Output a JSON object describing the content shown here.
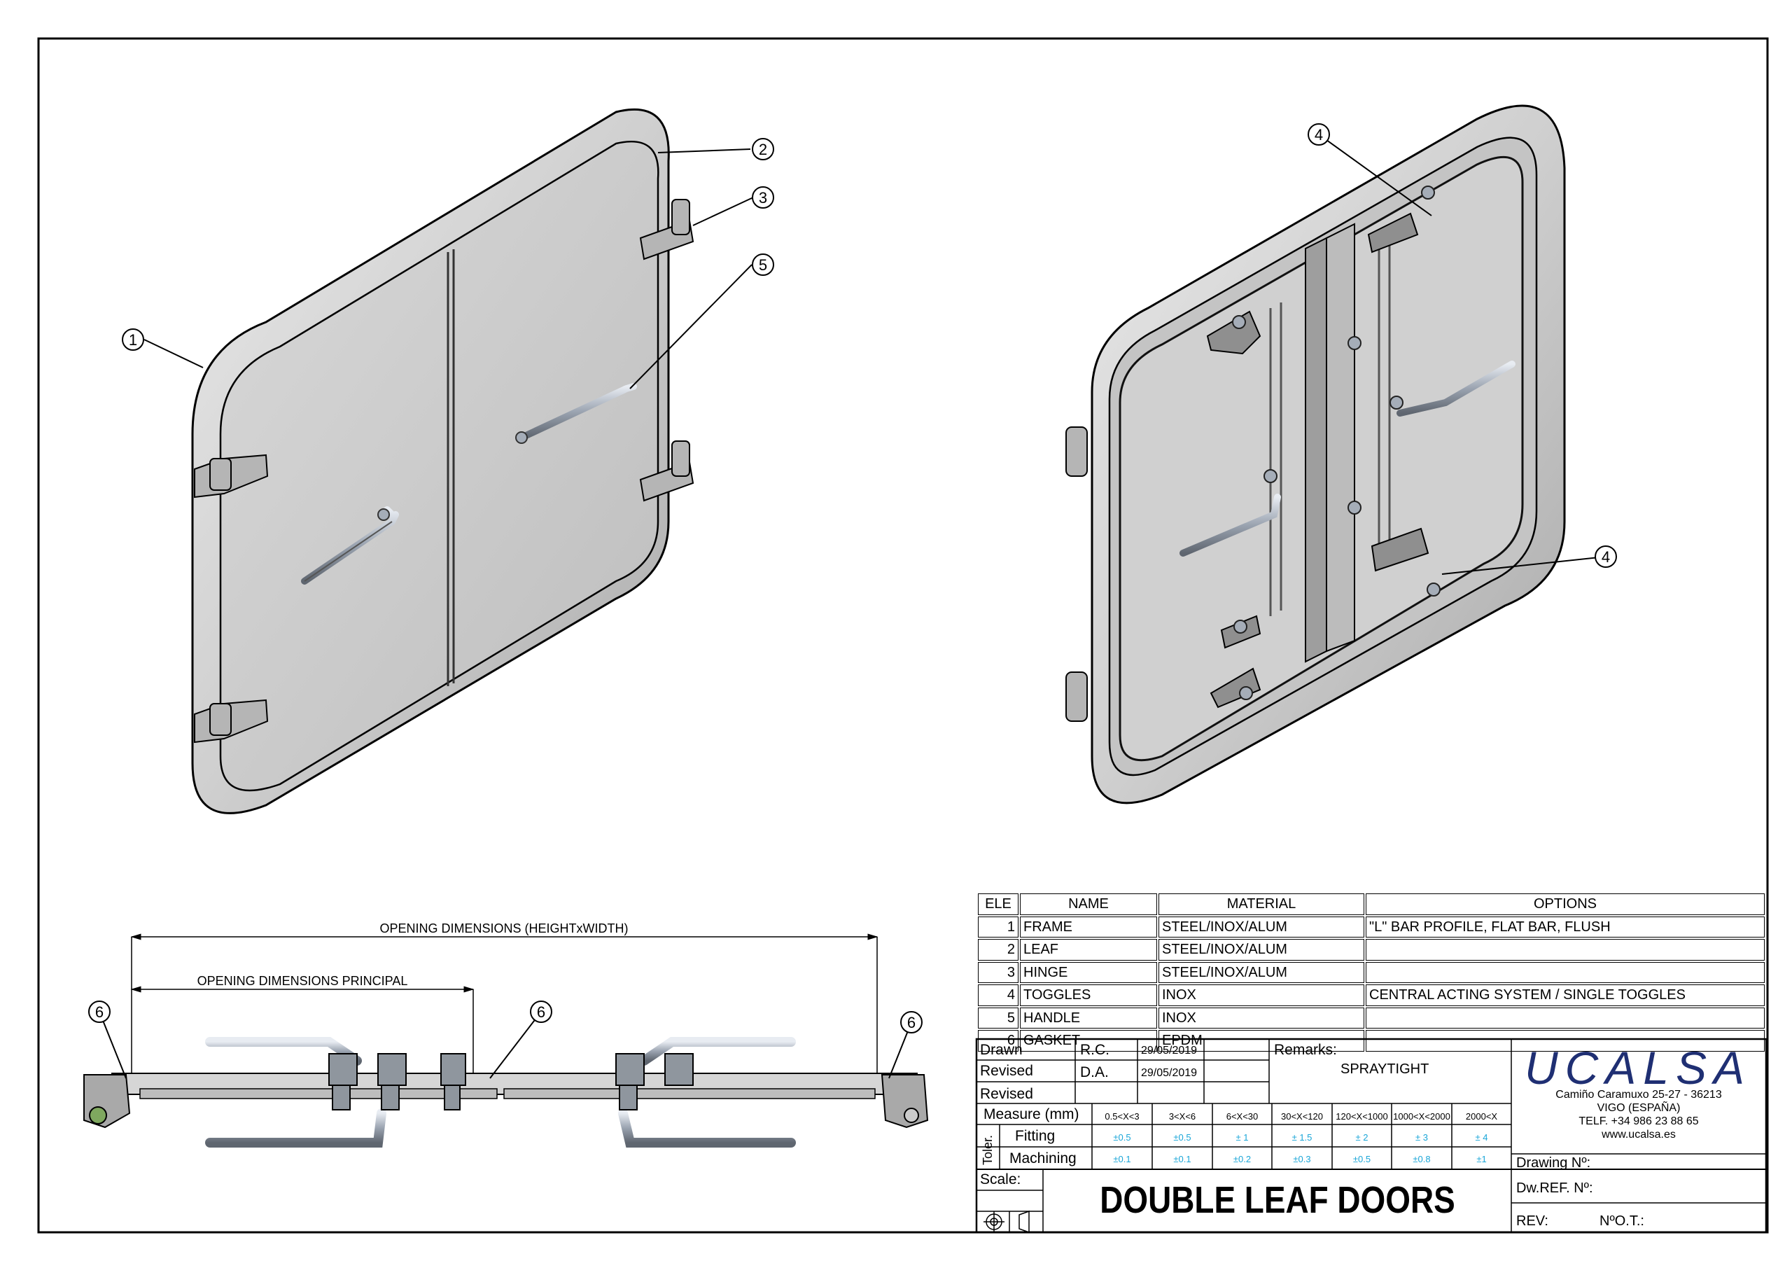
{
  "drawing": {
    "title": "DOUBLE LEAF DOORS",
    "balloons": [
      "1",
      "2",
      "3",
      "5",
      "4",
      "4",
      "6",
      "6",
      "6"
    ],
    "dimensions": {
      "overall": "OPENING DIMENSIONS (HEIGHTxWIDTH)",
      "principal": "OPENING DIMENSIONS PRINCIPAL"
    }
  },
  "bom": {
    "headers": {
      "ele": "ELE",
      "name": "NAME",
      "material": "MATERIAL",
      "options": "OPTIONS"
    },
    "rows": [
      {
        "ele": "1",
        "name": "FRAME",
        "material": "STEEL/INOX/ALUM",
        "options": "\"L\" BAR PROFILE, FLAT BAR, FLUSH"
      },
      {
        "ele": "2",
        "name": "LEAF",
        "material": "STEEL/INOX/ALUM",
        "options": ""
      },
      {
        "ele": "3",
        "name": "HINGE",
        "material": "STEEL/INOX/ALUM",
        "options": ""
      },
      {
        "ele": "4",
        "name": "TOGGLES",
        "material": "INOX",
        "options": "CENTRAL ACTING SYSTEM / SINGLE TOGGLES"
      },
      {
        "ele": "5",
        "name": "HANDLE",
        "material": "INOX",
        "options": ""
      },
      {
        "ele": "6",
        "name": "GASKET",
        "material": "EPDM",
        "options": ""
      }
    ]
  },
  "titleblock": {
    "drawn_label": "Drawn",
    "drawn_by": "R.C.",
    "drawn_date": "29/05/2019",
    "revised_label": "Revised",
    "revised_by": "D.A.",
    "revised_date": "29/05/2019",
    "revised2_label": "Revised",
    "remarks_label": "Remarks:",
    "remarks": "SPRAYTIGHT",
    "measure_label": "Measure (mm)",
    "ranges": [
      "0.5<X<3",
      "3<X<6",
      "6<X<30",
      "30<X<120",
      "120<X<1000",
      "1000<X<2000",
      "2000<X"
    ],
    "toler_label": "Toler.",
    "fitting_label": "Fitting",
    "fitting": [
      "±0.5",
      "±0.5",
      "± 1",
      "± 1.5",
      "± 2",
      "± 3",
      "± 4"
    ],
    "machining_label": "Machining",
    "machining": [
      "±0.1",
      "±0.1",
      "±0.2",
      "±0.3",
      "±0.5",
      "±0.8",
      "±1"
    ],
    "scale_label": "Scale:",
    "drawing_no_label": "Drawing Nº:",
    "dwref_label": "Dw.REF. Nº:",
    "rev_label": "REV:",
    "not_label": "NºO.T.:"
  },
  "company": {
    "logo": "UCALSA",
    "address": "Camiño Caramuxo 25-27 - 36213",
    "city": "VIGO (ESPAÑA)",
    "phone": "TELF. +34 986 23 88 65",
    "web": "www.ucalsa.es",
    "logo_color": "#1f2f73"
  }
}
